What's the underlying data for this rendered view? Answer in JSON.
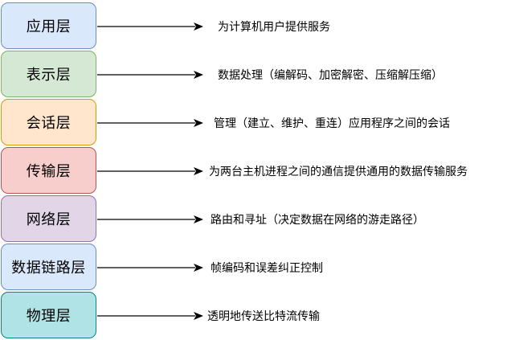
{
  "layers": [
    {
      "name": "应用层",
      "description": "为计算机用户提供服务",
      "fill": "#dae8fc",
      "stroke": "#6c8ebf"
    },
    {
      "name": "表示层",
      "description": "数据处理（编解码、加密解密、压缩解压缩）",
      "fill": "#d5e8d4",
      "stroke": "#82b366"
    },
    {
      "name": "会话层",
      "description": "管理（建立、维护、重连）应用程序之间的会话",
      "fill": "#ffe6cc",
      "stroke": "#d79b00"
    },
    {
      "name": "传输层",
      "description": "为两台主机进程之间的通信提供通用的数据传输服务",
      "fill": "#f8cecc",
      "stroke": "#b85450"
    },
    {
      "name": "网络层",
      "description": "路由和寻址（决定数据在网络的游走路径）",
      "fill": "#e1d5e7",
      "stroke": "#9673a6"
    },
    {
      "name": "数据链路层",
      "description": "帧编码和误差纠正控制",
      "fill": "#dae8fc",
      "stroke": "#6c8ebf"
    },
    {
      "name": "物理层",
      "description": "透明地传送比特流传输",
      "fill": "#b0e3e6",
      "stroke": "#0e8088"
    }
  ]
}
